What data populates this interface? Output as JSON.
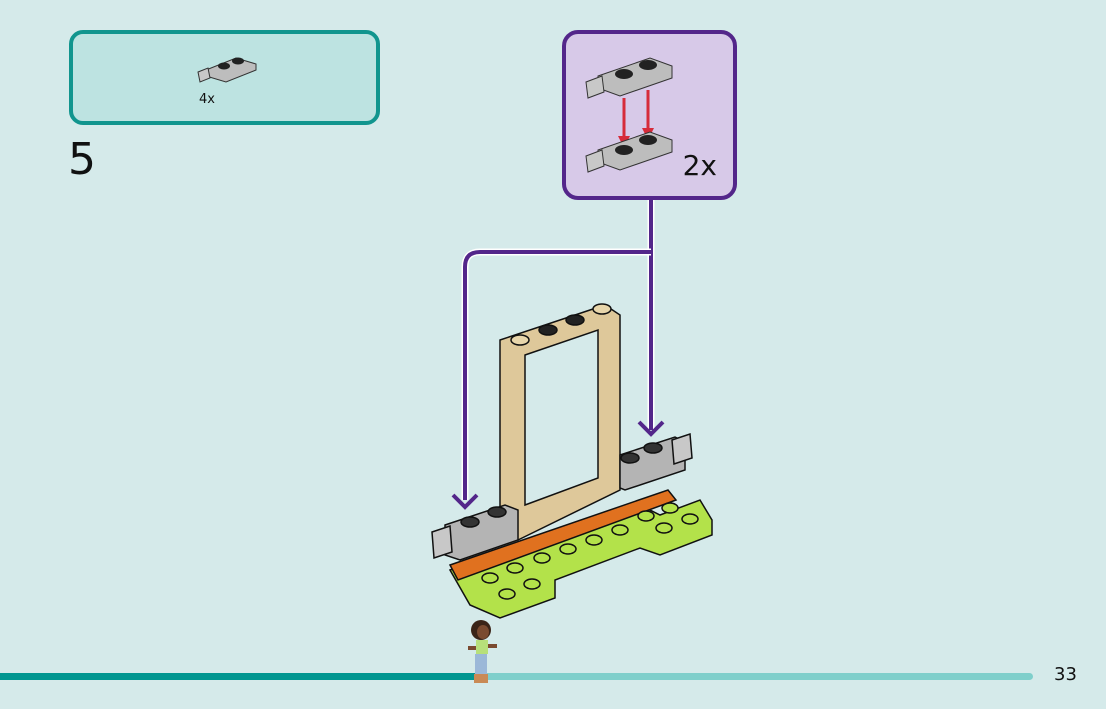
{
  "parts_list": {
    "items": [
      {
        "part": "light-bluish-gray-plate-1x2-with-clip",
        "quantity": "4x"
      }
    ]
  },
  "step": {
    "number": "5"
  },
  "sub_assembly": {
    "quantity": "2x",
    "description": "Stack two 1x2 clip plates",
    "arrow_color": "#d62b3a"
  },
  "colors": {
    "background": "#d5eaea",
    "parts_box_border": "#11958e",
    "parts_box_fill": "#bde3e1",
    "sub_box_border": "#53268a",
    "sub_box_fill": "#d7c9e8",
    "brick_gray": "#b4b4b4",
    "brick_tan": "#dec89a",
    "brick_lime": "#b3e24a",
    "brick_orange": "#e0711f"
  },
  "progress": {
    "percent": 46
  },
  "page": {
    "number": "33"
  }
}
